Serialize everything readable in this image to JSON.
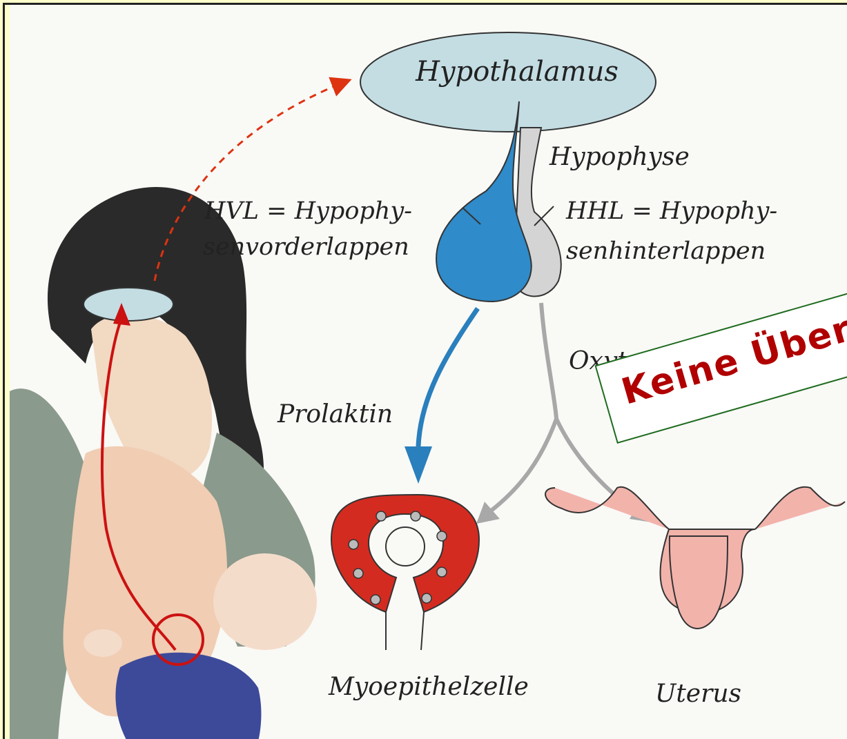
{
  "labels": {
    "hypothalamus": "Hypothalamus",
    "hypophyse": "Hypophyse",
    "hvl_line1": "HVL = Hypophy-",
    "hvl_line2": "senvorderlappen",
    "hhl_line1": "HHL = Hypophy-",
    "hhl_line2": "senhinterlappen",
    "oxytozin": "Oxytozin",
    "prolaktin": "Prolaktin",
    "myoepithelzelle": "Myoepithelzelle",
    "uterus": "Uterus"
  },
  "stamp": {
    "text": "Keine Über"
  },
  "colors": {
    "background": "#ffffcc",
    "hypothalamus_fill": "#c3dde3",
    "hvl_blue": "#2f8bc9",
    "hhl_gray": "#d4d4d4",
    "prolaktin_arrow": "#2a7fbd",
    "oxytozin_arrow": "#a8a8a8",
    "reflex_red": "#cc1111",
    "myo_red": "#d42b20",
    "uterus_pink": "#f2b3ab",
    "stamp_text": "#b00000",
    "stamp_border": "#1e6b1e"
  }
}
